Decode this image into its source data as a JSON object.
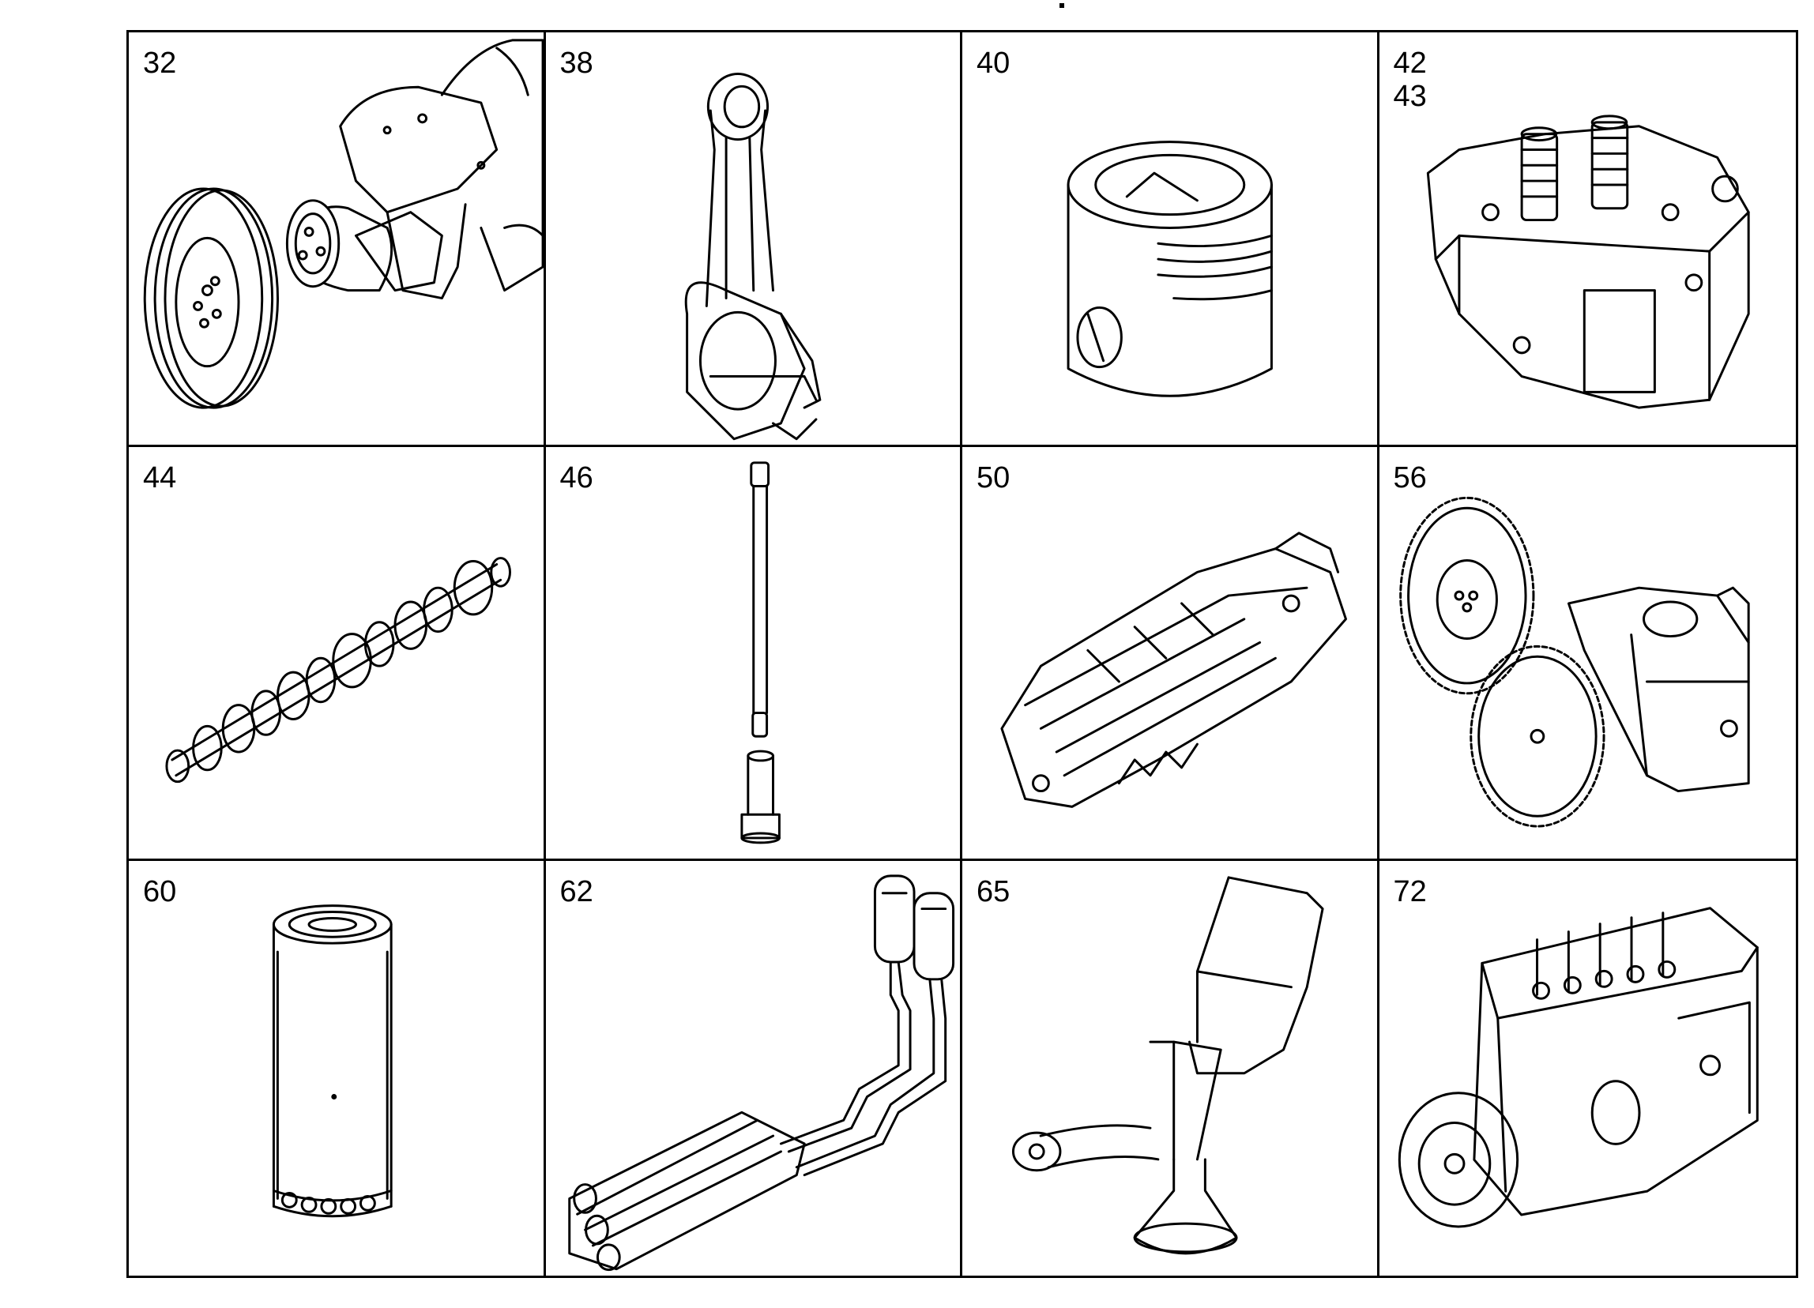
{
  "parts": [
    {
      "number": "32",
      "icon": "crankshaft-icon"
    },
    {
      "number": "38",
      "icon": "connecting-rod-icon"
    },
    {
      "number": "40",
      "icon": "piston-icon"
    },
    {
      "number": "42\n43",
      "icon": "cylinder-head-icon"
    },
    {
      "number": "44",
      "icon": "camshaft-icon"
    },
    {
      "number": "46",
      "icon": "push-rod-icon"
    },
    {
      "number": "50",
      "icon": "oil-cooler-icon"
    },
    {
      "number": "56",
      "icon": "oil-pump-icon"
    },
    {
      "number": "60",
      "icon": "oil-filter-icon"
    },
    {
      "number": "62",
      "icon": "remote-oil-filter-icon"
    },
    {
      "number": "65",
      "icon": "oil-suction-pipe-icon"
    },
    {
      "number": "72",
      "icon": "injection-pump-icon"
    }
  ]
}
